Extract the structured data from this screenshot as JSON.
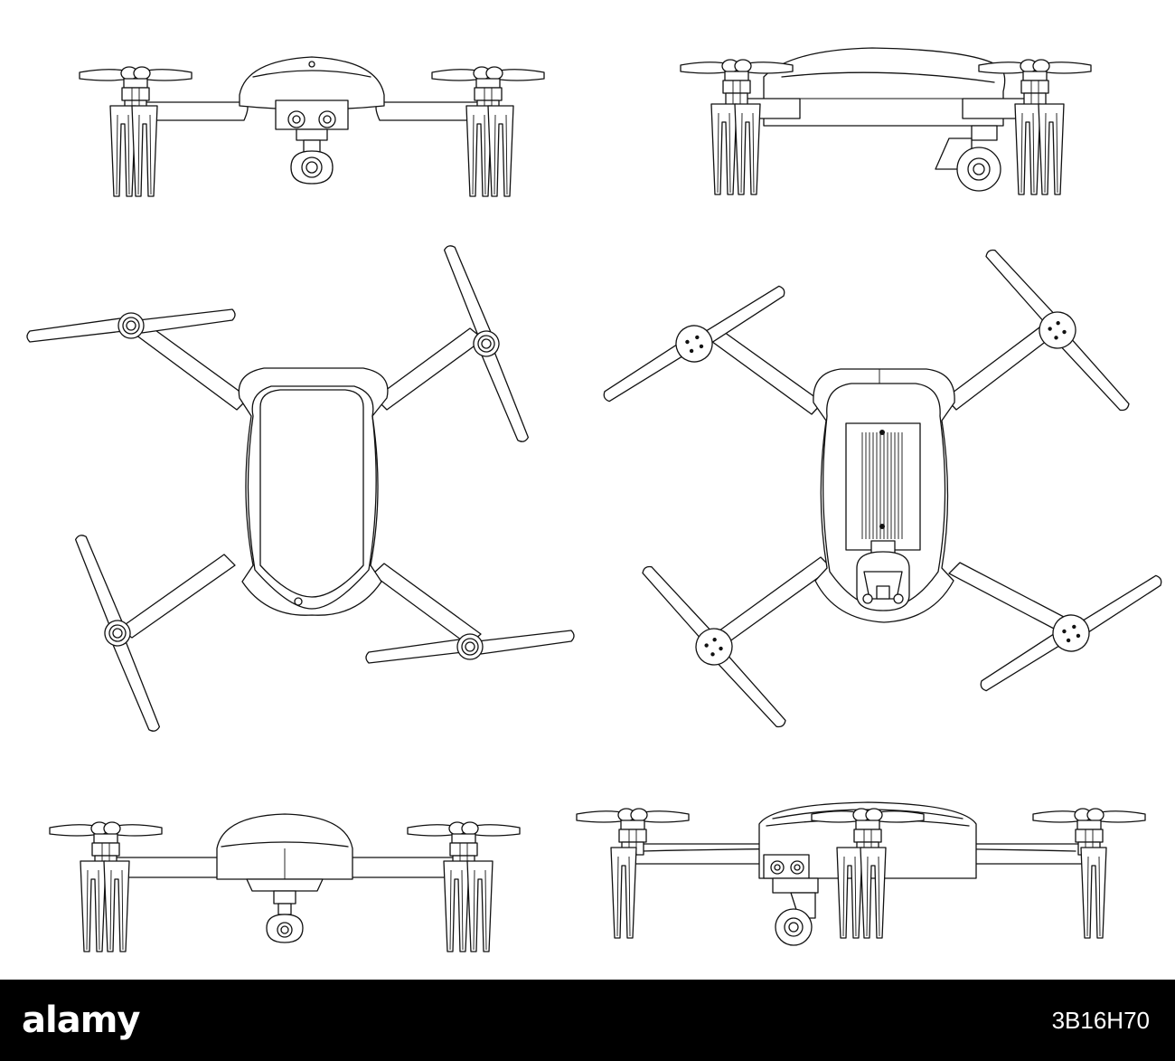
{
  "watermark": {
    "brand": "alamy",
    "image_id": "3B16H70"
  },
  "colors": {
    "background": "#ffffff",
    "line": "#111111",
    "footer": "#000000",
    "footer_text": "#ffffff"
  },
  "views": [
    {
      "view": "front"
    },
    {
      "view": "side"
    },
    {
      "view": "top"
    },
    {
      "view": "bottom"
    },
    {
      "view": "rear"
    },
    {
      "view": "side-perspective"
    }
  ]
}
